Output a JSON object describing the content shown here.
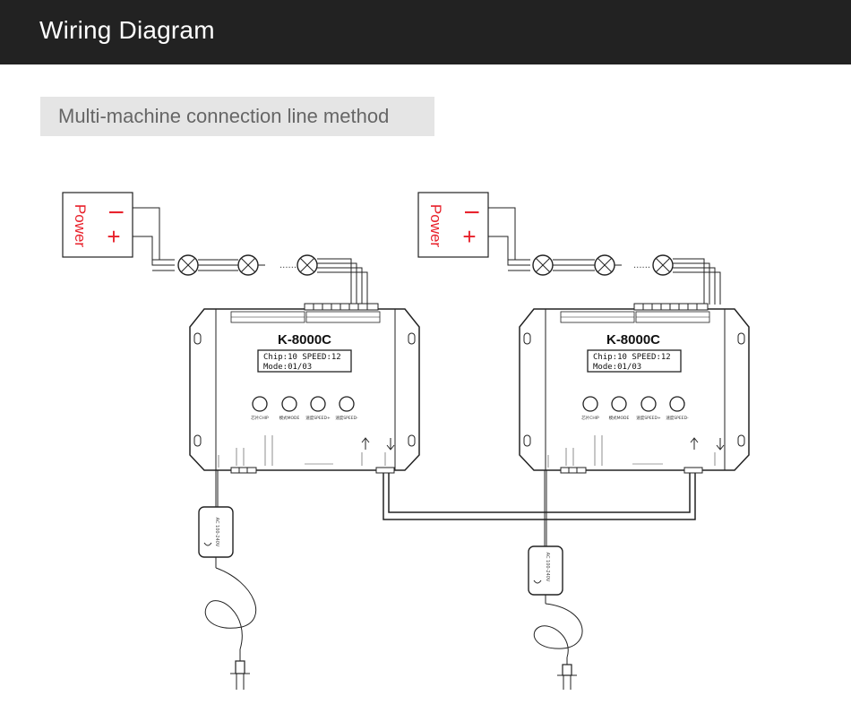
{
  "header": {
    "title": "Wiring Diagram"
  },
  "subtitle": "Multi-machine connection line method",
  "colors": {
    "header_bg": "#222222",
    "power_red": "#e8202a",
    "subtitle_bg": "#e5e5e5"
  },
  "units": [
    {
      "power": {
        "label": "Power",
        "minus": "I",
        "plus": "+"
      },
      "controller": {
        "model": "K-8000C",
        "lcd_line1": "Chip:10  SPEED:12",
        "lcd_line2": "Mode:01/03"
      },
      "buttons": [
        "芯片CHIP",
        "模式MODE",
        "速度SPEED+",
        "速度SPEED-"
      ],
      "ellipsis": "......",
      "adapter_label": "AC 100-240V"
    },
    {
      "power": {
        "label": "Power",
        "minus": "I",
        "plus": "+"
      },
      "controller": {
        "model": "K-8000C",
        "lcd_line1": "Chip:10  SPEED:12",
        "lcd_line2": "Mode:01/03"
      },
      "buttons": [
        "芯片CHIP",
        "模式MODE",
        "速度SPEED+",
        "速度SPEED-"
      ],
      "ellipsis": "......",
      "adapter_label": "AC 100-240V"
    }
  ]
}
